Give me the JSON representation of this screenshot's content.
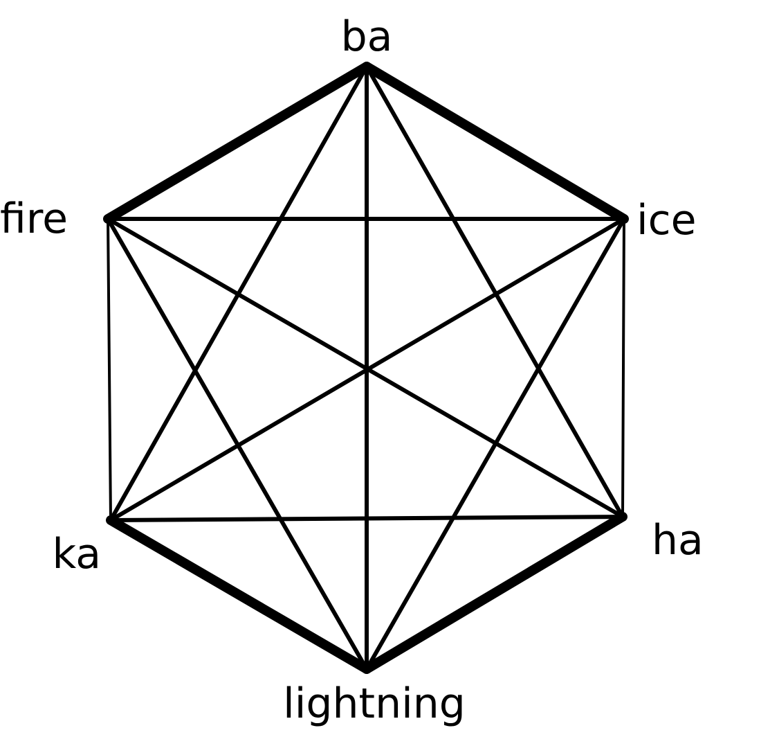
{
  "diagram": {
    "nodes": [
      {
        "id": "ba",
        "label": "ba"
      },
      {
        "id": "ice",
        "label": "ice"
      },
      {
        "id": "ha",
        "label": "ha"
      },
      {
        "id": "lightning",
        "label": "lightning"
      },
      {
        "id": "ka",
        "label": "ka"
      },
      {
        "id": "fire",
        "label": "fire"
      }
    ],
    "edges": [
      {
        "from": "ba",
        "to": "ice",
        "weight": "thick"
      },
      {
        "from": "fire",
        "to": "ba",
        "weight": "thick"
      },
      {
        "from": "ka",
        "to": "lightning",
        "weight": "thick"
      },
      {
        "from": "lightning",
        "to": "ha",
        "weight": "thick"
      },
      {
        "from": "fire",
        "to": "ka",
        "weight": "thin"
      },
      {
        "from": "ice",
        "to": "ha",
        "weight": "thin"
      },
      {
        "from": "ba",
        "to": "lightning",
        "weight": "normal"
      },
      {
        "from": "ba",
        "to": "ka",
        "weight": "normal"
      },
      {
        "from": "ba",
        "to": "ha",
        "weight": "normal"
      },
      {
        "from": "fire",
        "to": "ice",
        "weight": "normal"
      },
      {
        "from": "fire",
        "to": "ha",
        "weight": "normal"
      },
      {
        "from": "fire",
        "to": "lightning",
        "weight": "normal"
      },
      {
        "from": "ice",
        "to": "ka",
        "weight": "normal"
      },
      {
        "from": "ice",
        "to": "lightning",
        "weight": "normal"
      },
      {
        "from": "ka",
        "to": "ha",
        "weight": "normal"
      }
    ],
    "colors": {
      "stroke": "#000000",
      "background": "#ffffff"
    }
  }
}
